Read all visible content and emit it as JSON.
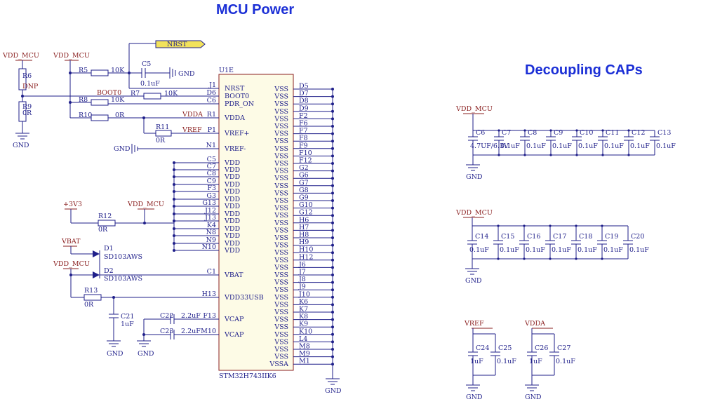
{
  "titles": {
    "mcu_power": "MCU Power",
    "decoupling": "Decoupling CAPs"
  },
  "nets": {
    "vdd_mcu": "VDD_MCU",
    "gnd": "GND",
    "nrst": "NRST",
    "boot0": "BOOT0",
    "vdda": "VDDA",
    "vref": "VREF",
    "plus3v3": "+3V3",
    "vbat": "VBAT"
  },
  "chip": {
    "designator": "U1E",
    "part": "STM32H743IIK6",
    "left_pins": [
      {
        "pin": "J1",
        "name": "NRST"
      },
      {
        "pin": "D6",
        "name": "BOOT0"
      },
      {
        "pin": "C6",
        "name": "PDR_ON"
      },
      {
        "pin": "R1",
        "name": "VDDA"
      },
      {
        "pin": "P1",
        "name": "VREF+"
      },
      {
        "pin": "N1",
        "name": "VREF-"
      },
      {
        "pin": "C5",
        "name": "VDD"
      },
      {
        "pin": "C7",
        "name": "VDD"
      },
      {
        "pin": "C8",
        "name": "VDD"
      },
      {
        "pin": "C9",
        "name": "VDD"
      },
      {
        "pin": "F3",
        "name": "VDD"
      },
      {
        "pin": "G3",
        "name": "VDD"
      },
      {
        "pin": "G13",
        "name": "VDD"
      },
      {
        "pin": "J12",
        "name": "VDD"
      },
      {
        "pin": "J13",
        "name": "VDD"
      },
      {
        "pin": "K4",
        "name": "VDD"
      },
      {
        "pin": "N8",
        "name": "VDD"
      },
      {
        "pin": "N9",
        "name": "VDD"
      },
      {
        "pin": "N10",
        "name": "VDD"
      },
      {
        "pin": "C1",
        "name": "VBAT"
      },
      {
        "pin": "H13",
        "name": "VDD33USB"
      },
      {
        "pin": "F13",
        "name": "VCAP"
      },
      {
        "pin": "M10",
        "name": "VCAP"
      }
    ],
    "right_pins": [
      "D5",
      "D7",
      "D8",
      "D9",
      "F2",
      "F6",
      "F7",
      "F8",
      "F9",
      "F10",
      "F12",
      "G2",
      "G6",
      "G7",
      "G8",
      "G9",
      "G10",
      "G12",
      "H6",
      "H7",
      "H8",
      "H9",
      "H10",
      "H12",
      "J6",
      "J7",
      "J8",
      "J9",
      "J10",
      "K6",
      "K7",
      "K8",
      "K9",
      "K10",
      "L4",
      "M8",
      "M9",
      "M1"
    ],
    "vss_label": "VSS",
    "vssa_label": "VSSA"
  },
  "parts": {
    "r5": {
      "ref": "R5",
      "value": "10K"
    },
    "r6": {
      "ref": "R6",
      "value": "DNP"
    },
    "r7": {
      "ref": "R7",
      "value": "10K"
    },
    "r8": {
      "ref": "R8",
      "value": "10K"
    },
    "r9": {
      "ref": "R9",
      "value": "0R"
    },
    "r10": {
      "ref": "R10",
      "value": "0R"
    },
    "r11": {
      "ref": "R11",
      "value": "0R"
    },
    "r12": {
      "ref": "R12",
      "value": "0R"
    },
    "r13": {
      "ref": "R13",
      "value": "0R"
    },
    "c5": {
      "ref": "C5",
      "value": "0.1uF"
    },
    "c21": {
      "ref": "C21",
      "value": "1uF"
    },
    "c22": {
      "ref": "C22",
      "value": "2.2uF"
    },
    "c23": {
      "ref": "C23",
      "value": "2.2uF"
    },
    "d1": {
      "ref": "D1",
      "value": "SD103AWS"
    },
    "d2": {
      "ref": "D2",
      "value": "SD103AWS"
    }
  },
  "decoupling": {
    "row1": [
      {
        "ref": "C6",
        "value": "4.7UF/6.3V"
      },
      {
        "ref": "C7",
        "value": "0.1uF"
      },
      {
        "ref": "C8",
        "value": "0.1uF"
      },
      {
        "ref": "C9",
        "value": "0.1uF"
      },
      {
        "ref": "C10",
        "value": "0.1uF"
      },
      {
        "ref": "C11",
        "value": "0.1uF"
      },
      {
        "ref": "C12",
        "value": "0.1uF"
      },
      {
        "ref": "C13",
        "value": "0.1uF"
      }
    ],
    "row2": [
      {
        "ref": "C14",
        "value": "0.1uF"
      },
      {
        "ref": "C15",
        "value": "0.1uF"
      },
      {
        "ref": "C16",
        "value": "0.1uF"
      },
      {
        "ref": "C17",
        "value": "0.1uF"
      },
      {
        "ref": "C18",
        "value": "0.1uF"
      },
      {
        "ref": "C19",
        "value": "0.1uF"
      },
      {
        "ref": "C20",
        "value": "0.1uF"
      }
    ],
    "vref_caps": [
      {
        "ref": "C24",
        "value": "1uF"
      },
      {
        "ref": "C25",
        "value": "0.1uF"
      }
    ],
    "vdda_caps": [
      {
        "ref": "C26",
        "value": "1uF"
      },
      {
        "ref": "C27",
        "value": "0.1uF"
      }
    ]
  },
  "colors": {
    "wire": "#1f1f8a",
    "power_net": "#8a1f1f",
    "heading": "#1b2fd6",
    "chip_fill": "#fdfbe6",
    "port_flag": "#f2e25c"
  }
}
